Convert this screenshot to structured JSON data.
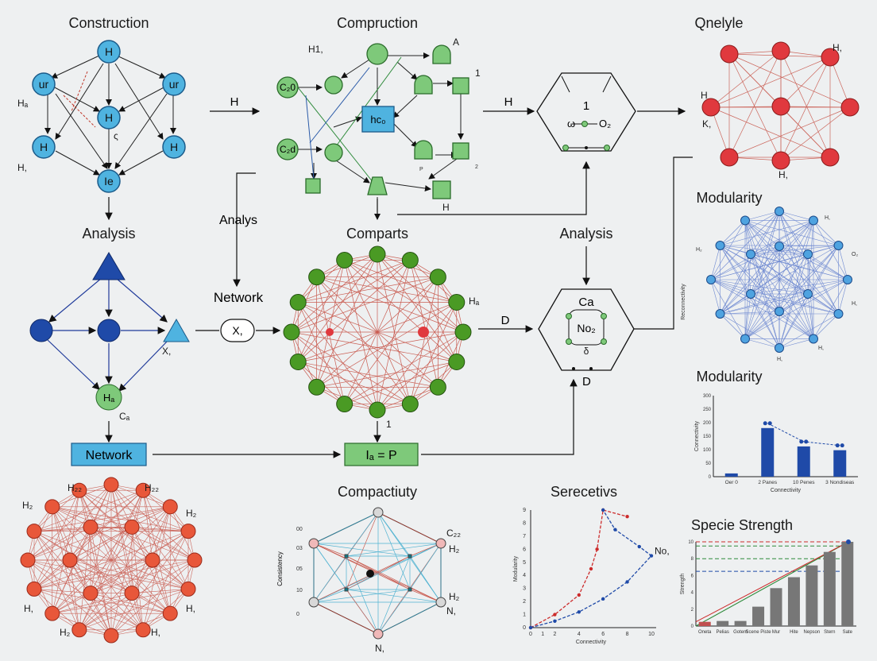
{
  "panels": {
    "construction": {
      "title": "Construction",
      "labels": [
        "H",
        "ur",
        "ur",
        "H",
        "H",
        "H",
        "Ie",
        "Hₐ",
        "H,",
        "ς"
      ]
    },
    "compruction": {
      "title": "Compruction",
      "labels": [
        "H1,",
        "A",
        "1",
        "C₂0",
        "C₂d",
        "hc₀",
        "H",
        "2",
        "P"
      ]
    },
    "hexagon_top": {
      "labels": [
        "1",
        "ω",
        "O₂"
      ]
    },
    "quelyle": {
      "title": "Qnelyle",
      "labels": [
        "H,",
        "H",
        "K,",
        "H,"
      ]
    },
    "modularity_net": {
      "title": "Modularity",
      "labels": [
        "H,",
        "H₂",
        "O₂",
        "H,",
        "H,",
        "H,"
      ]
    },
    "analysis_left": {
      "title": "Analysis",
      "labels": [
        "X,",
        "Hₐ",
        "Cₐ"
      ]
    },
    "network_mid": {
      "title": "Network",
      "labels": [
        "Analys",
        "X,"
      ]
    },
    "comparts": {
      "title": "Comparts",
      "labels": [
        "Hₐ",
        "1"
      ]
    },
    "analysis_right": {
      "title": "Analysis",
      "labels": [
        "D",
        "Ca",
        "No₂",
        "δ",
        "D"
      ]
    },
    "network_box": {
      "label": "Network"
    },
    "formula_box": {
      "label": "Iₐ = P"
    },
    "bottom_left": {
      "labels": [
        "H₂",
        "H₂₂",
        "H₂₂",
        "H₂",
        "H,",
        "H,",
        "H₂",
        "H,"
      ]
    },
    "compactiuty": {
      "title": "Compactiuty",
      "ylabel": "Consistency",
      "labels": [
        "00",
        "03",
        "05",
        "10",
        "0",
        "C₂₂",
        "H₂",
        "H₂",
        "N,",
        "N,"
      ]
    },
    "serecetivs": {
      "title": "Serecetivs"
    },
    "modularity_bar": {
      "title": "Modularity"
    },
    "specie_strength": {
      "title": "Specie Strength"
    },
    "header_arrows": {
      "h1": "H",
      "h2": "H"
    }
  },
  "chart_data": [
    {
      "type": "bar",
      "title": "Modularity",
      "xlabel": "Connectivity",
      "ylabel": "Connectivity",
      "categories": [
        "Oer 0",
        "2 Panes",
        "10 Penes",
        "3 Nondiseas"
      ],
      "values": [
        12,
        180,
        112,
        98
      ],
      "ylim": [
        0,
        300
      ],
      "yticks": [
        "0",
        "50",
        "100",
        "150",
        "200",
        "250",
        "300"
      ],
      "colors": {
        "bar": "#1f4aa8",
        "dot": "#1f4aa8"
      }
    },
    {
      "type": "line",
      "title": "Serecetivs",
      "xlabel": "Connectivity",
      "ylabel": "Modularity",
      "xlim": [
        0,
        10
      ],
      "ylim": [
        0,
        9
      ],
      "xticks": [
        "0",
        "1",
        "2",
        "4",
        "6",
        "8",
        "10"
      ],
      "yticks": [
        "0",
        "1",
        "2",
        "3",
        "4",
        "5",
        "6",
        "7",
        "8",
        "9"
      ],
      "series": [
        {
          "name": "",
          "color": "#cc2b2b",
          "x": [
            0,
            2,
            4,
            5,
            5.5,
            6,
            8
          ],
          "y": [
            0,
            1,
            2.5,
            4.5,
            6,
            9,
            8.5
          ]
        },
        {
          "name": "",
          "color": "#1f4aa8",
          "x": [
            0,
            2,
            4,
            6,
            8,
            10,
            9,
            7,
            6
          ],
          "y": [
            0,
            0.5,
            1.2,
            2.2,
            3.5,
            5.5,
            6.2,
            7.5,
            9
          ]
        }
      ],
      "annotation": "No,"
    },
    {
      "type": "bar",
      "title": "Specie Strength",
      "xlabel": "",
      "ylabel": "Strength",
      "categories": [
        "Oneta",
        "Pelias",
        "Gotem",
        "Scene Piste",
        "Mur",
        "Hite",
        "Nepson",
        "Stern",
        "Sate"
      ],
      "values": [
        0.5,
        0.6,
        0.6,
        2.3,
        4.5,
        5.8,
        7.2,
        8.8,
        10
      ],
      "ylim": [
        0,
        10
      ],
      "yticks": [
        "0",
        "2",
        "4",
        "6",
        "8",
        "10"
      ],
      "colors": {
        "bar": "#777777"
      }
    }
  ]
}
